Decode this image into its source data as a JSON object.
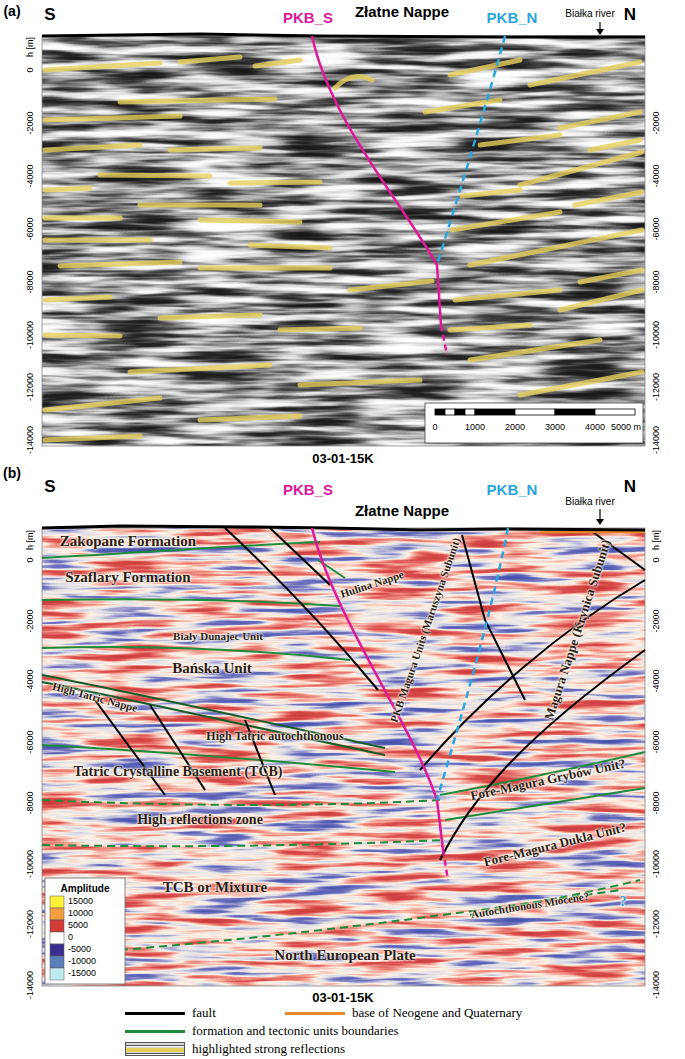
{
  "diagram": {
    "labels": [
      "(a)",
      "S",
      "N",
      "PKB_S",
      "PKB_N",
      "Złatne Nappe",
      "Białka river",
      "h [m]",
      "0",
      "-2000",
      "-4000",
      "-6000",
      "-8000",
      "-10000",
      "-12000",
      "-14000",
      "-2000",
      "-4000",
      "-6000",
      "-8000",
      "-10000",
      "-12000",
      "-14000",
      "0",
      "1000",
      "2000",
      "3000",
      "4000",
      "5000 m",
      "03-01-15K",
      "(b)",
      "S",
      "N",
      "PKB_S",
      "PKB_N",
      "Złatne Nappe",
      "Białka river",
      "h [m]",
      "0",
      "-2000",
      "-4000",
      "-6000",
      "-8000",
      "-10000",
      "-12000",
      "-14000",
      "h [m]",
      "0",
      "-2000",
      "-4000",
      "-6000",
      "-8000",
      "-10000",
      "-12000",
      "-14000",
      "Zakopane Formation",
      "Szaflary Formation",
      "Hulina Nappe",
      "Biały Dunajec Unit",
      "Bańska Unit",
      "High Tatric Nappe",
      "High Tatric autochthonous",
      "Tatric Crystalline Basement (TCB)",
      "High reflections zone",
      "TCB or Mixture",
      "North European Plate",
      "PKB Magura Units (Maruszyna Subunit)",
      "Magura Nappe (Krynica Subunit)",
      "Fore-Magura Grybów Unit?",
      "Fore-Magura Dukla Unit?",
      "Autochthonous Miocene?",
      "?",
      "Amplitude",
      "15000",
      "10000",
      "5000",
      "0",
      "-5000",
      "-10000",
      "-15000",
      "03-01-15K"
    ],
    "legend": [
      {
        "text": "fault"
      },
      {
        "text": "base of Neogene and Quaternary"
      },
      {
        "text": "formation and tectonic units boundaries"
      },
      {
        "text": "highlighted strong reflections"
      }
    ]
  }
}
